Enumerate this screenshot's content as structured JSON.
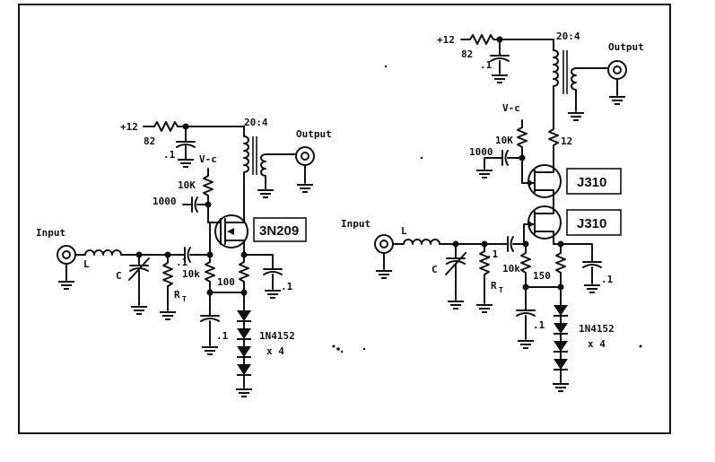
{
  "left_circuit": {
    "supply": "+12",
    "supply_resistor": "82",
    "supply_cap": ".1",
    "transformer": "20:4",
    "output": "Output",
    "vc": "V-c",
    "gate_resistor": "10K",
    "gate_cap": "1000",
    "transistor": "3N209",
    "input": "Input",
    "inductor": "L",
    "cap_c": "C",
    "coupling_cap": ".1",
    "bias_resistor": "10k",
    "source_resistor": "100",
    "source_cap": ".1",
    "rt_main": "R",
    "rt_sub": "T",
    "decouple_cap": ".1",
    "diode": "1N4152",
    "diode_count": "x 4"
  },
  "right_circuit": {
    "supply": "+12",
    "supply_resistor": "82",
    "supply_cap": ".1",
    "transformer": "20:4",
    "output": "Output",
    "vc": "V-c",
    "gate_resistor": "10K",
    "gate_cap": "1000",
    "drain_resistor": "12",
    "transistor_top": "J310",
    "transistor_bottom": "J310",
    "input": "Input",
    "inductor": "L",
    "cap_c": "C",
    "coupling_cap": ".1",
    "bias_resistor": "10k",
    "source_resistor": "150",
    "source_cap": ".1",
    "rt_main": "R",
    "rt_sub": "T",
    "decouple_cap": ".1",
    "diode": "1N4152",
    "diode_count": "x 4"
  }
}
